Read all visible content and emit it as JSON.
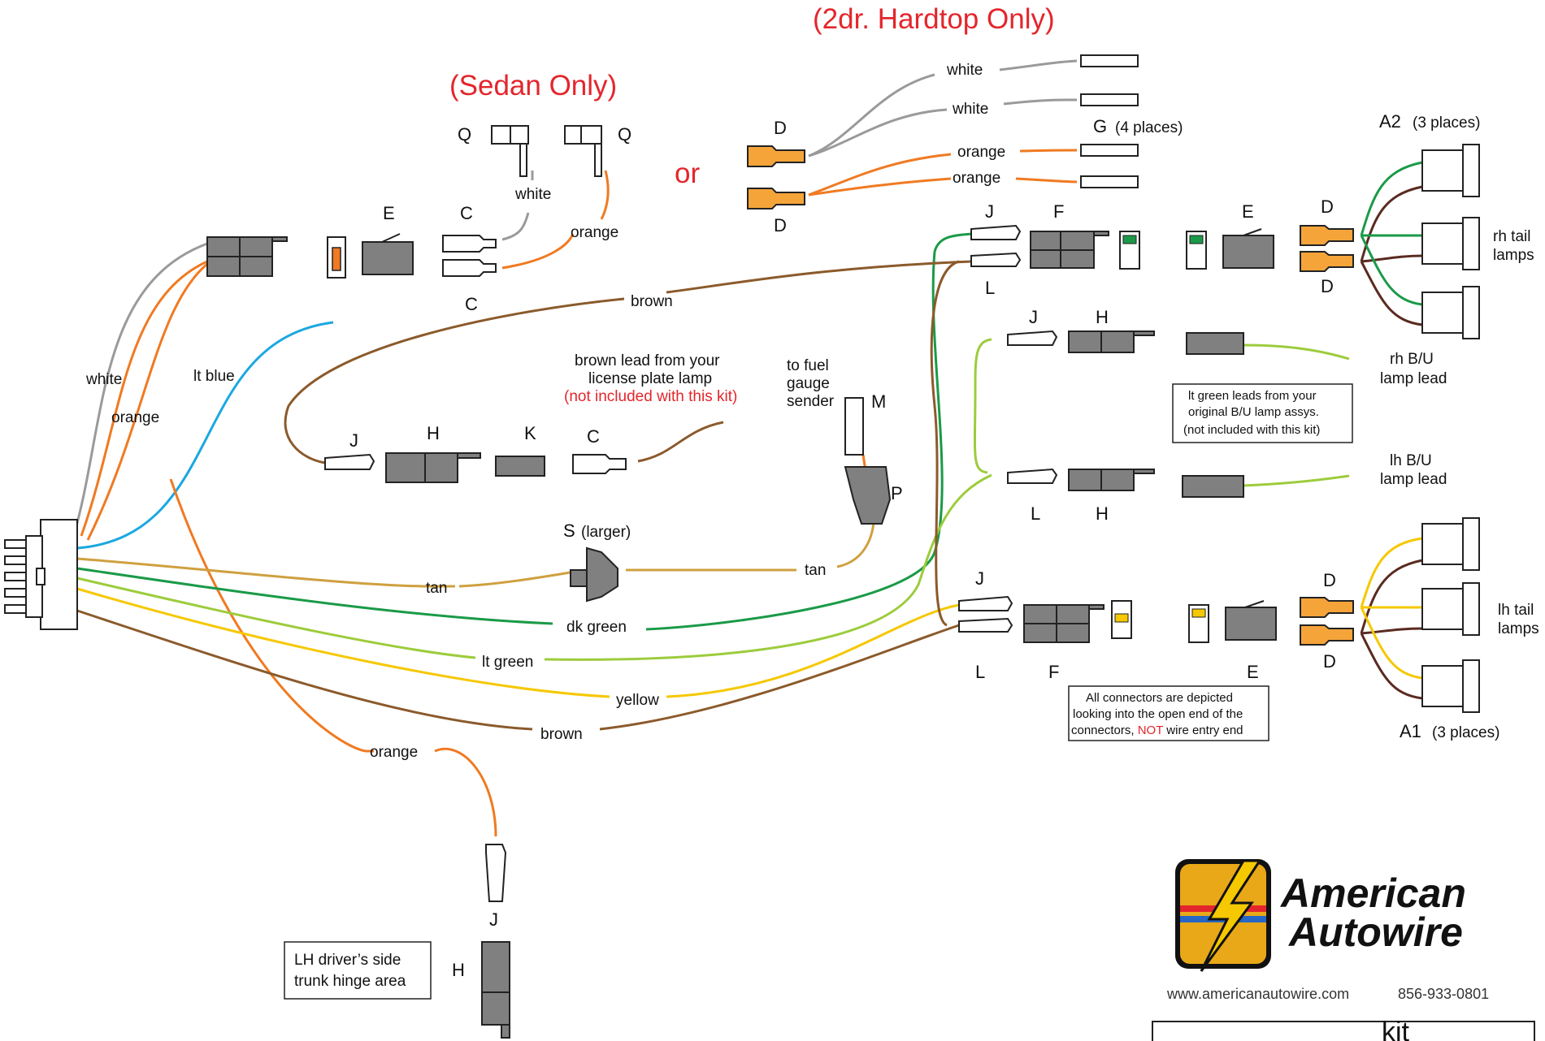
{
  "headings": {
    "hardtop": "(2dr. Hardtop Only)",
    "sedan": "(Sedan Only)",
    "or": "or"
  },
  "colors": {
    "white_wire": "#9a9a9a",
    "orange_wire": "#f07a22",
    "blue_wire": "#1ba8e0",
    "brown_wire": "#8b5a2b",
    "tan_wire": "#cfa040",
    "dkgreen_wire": "#1a9a48",
    "ltgreen_wire": "#9ccc3c",
    "yellow_wire": "#f5c800",
    "accent_red": "#e3262c"
  },
  "wire_labels": {
    "white_hardtop_1": "white",
    "white_hardtop_2": "white",
    "orange_hardtop_1": "orange",
    "orange_hardtop_2": "orange",
    "white_sedan": "white",
    "orange_sedan": "orange",
    "brown_top": "brown",
    "white_left": "white",
    "lt_blue": "lt blue",
    "orange_left": "orange",
    "tan_1": "tan",
    "tan_2": "tan",
    "dk_green": "dk green",
    "lt_green": "lt green",
    "yellow": "yellow",
    "brown_bottom": "brown",
    "orange_trunk": "orange"
  },
  "connector_labels": {
    "Q_left": "Q",
    "Q_right": "Q",
    "E_top": "E",
    "C_top": "C",
    "C_bottom": "C",
    "D_top": "D",
    "D_bottom": "D",
    "G": "G",
    "G_note": "(4 places)",
    "J_rh": "J",
    "F_rh": "F",
    "L_rh": "L",
    "E_rh": "E",
    "D_rh_top": "D",
    "D_rh_bottom": "D",
    "A2": "A2",
    "A2_note": "(3 places)",
    "rh_tail": "rh tail",
    "rh_tail_2": "lamps",
    "J_bu": "J",
    "H_bu": "H",
    "rh_bu": "rh B/U",
    "rh_bu_2": "lamp lead",
    "L_bu": "L",
    "H_bu2": "H",
    "lh_bu": "lh B/U",
    "lh_bu_2": "lamp lead",
    "J_lh": "J",
    "L_lh": "L",
    "F_lh": "F",
    "E_lh": "E",
    "D_lh_top": "D",
    "D_lh_bottom": "D",
    "lh_tail": "lh tail",
    "lh_tail_2": "lamps",
    "A1": "A1",
    "A1_note": "(3 places)",
    "J_mid": "J",
    "H_mid": "H",
    "K_mid": "K",
    "C_mid": "C",
    "M": "M",
    "P": "P",
    "S": "S",
    "S_note": "(larger)",
    "J_trunk": "J",
    "H_trunk": "H"
  },
  "notes": {
    "brown_lead_1": "brown lead from your",
    "brown_lead_2": "license plate lamp",
    "brown_lead_3": "(not included with this kit)",
    "fuel_1": "to fuel",
    "fuel_2": "gauge",
    "fuel_3": "sender",
    "ltgreen_1": "lt green leads from your",
    "ltgreen_2": "original B/U lamp assys.",
    "ltgreen_3": "(not included with this kit)",
    "depict_1": "All connectors are depicted",
    "depict_2": "looking into the open end of the",
    "depict_3a": "connectors,",
    "depict_3b": "NOT",
    "depict_3c": "wire entry end",
    "trunk_1": "LH driver’s side",
    "trunk_2": "trunk hinge area"
  },
  "brand": {
    "line1": "American",
    "line2": "Autowire",
    "url": "www.americanautowire.com",
    "phone": "856-933-0801",
    "footer_partial": "kit"
  }
}
